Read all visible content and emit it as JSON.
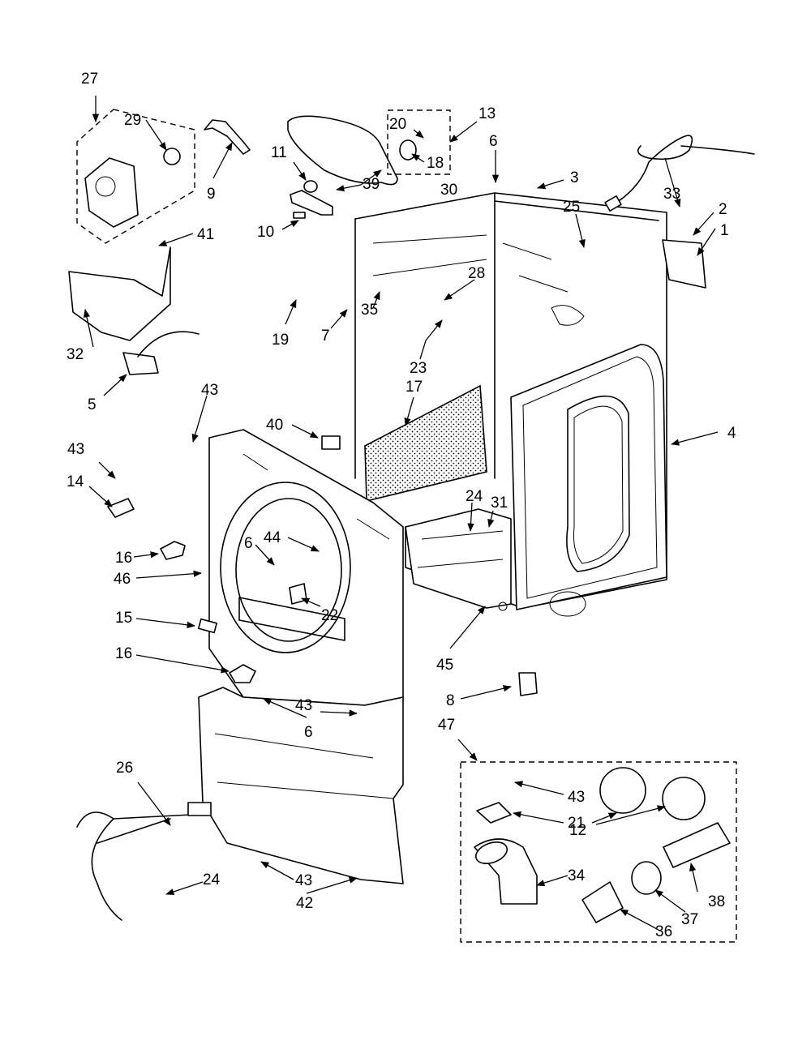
{
  "labels": {
    "l1": "1",
    "l2": "2",
    "l3": "3",
    "l4": "4",
    "l5": "5",
    "l6a": "6",
    "l6b": "6",
    "l6c": "6",
    "l7": "7",
    "l8": "8",
    "l9": "9",
    "l10": "10",
    "l11": "11",
    "l12": "12",
    "l13": "13",
    "l14": "14",
    "l15": "15",
    "l16a": "16",
    "l16b": "16",
    "l17": "17",
    "l18": "18",
    "l19": "19",
    "l20": "20",
    "l21": "21",
    "l22": "22",
    "l23": "23",
    "l24a": "24",
    "l24b": "24",
    "l25": "25",
    "l26": "26",
    "l27": "27",
    "l28": "28",
    "l29": "29",
    "l30": "30",
    "l31": "31",
    "l32": "32",
    "l33": "33",
    "l34": "34",
    "l35": "35",
    "l36": "36",
    "l37": "37",
    "l38": "38",
    "l39": "39",
    "l40": "40",
    "l41": "41",
    "l42": "42",
    "l43a": "43",
    "l43b": "43",
    "l43c": "43",
    "l43d": "43",
    "l43e": "43",
    "l44": "44",
    "l45": "45",
    "l46": "46",
    "l47": "47"
  }
}
